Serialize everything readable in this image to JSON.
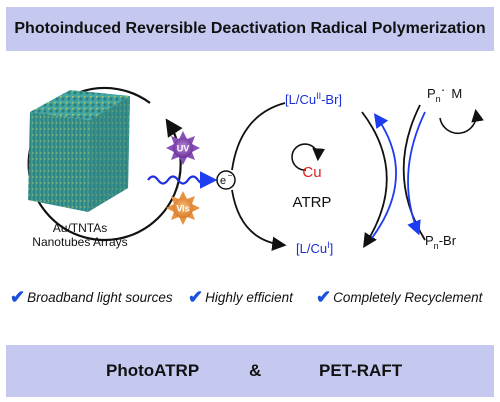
{
  "title": "Photoinduced Reversible Deactivation Radical Polymerization",
  "catalyst": {
    "label_line1": "Au/TNTAs",
    "label_line2": "Nanotubes Arrays"
  },
  "light": {
    "uv_label": "UV",
    "vis_label": "Vis",
    "electron_label": "e",
    "electron_sup": "−"
  },
  "cycle": {
    "center_metal": "Cu",
    "center_label": "ATRP",
    "top_species_prefix": "[L/Cu",
    "top_species_sup": "II",
    "top_species_suffix": "-Br]",
    "bottom_species_prefix": "[L/Cu",
    "bottom_species_sup": "I",
    "bottom_species_suffix": "]",
    "radical_base": "P",
    "radical_sub": "n",
    "radical_dot": "·",
    "radical_monomer": "M",
    "dormant_base": "P",
    "dormant_sub": "n",
    "dormant_suffix": "-Br"
  },
  "features": [
    {
      "label": "Broadband light sources"
    },
    {
      "label": "Highly efficient"
    },
    {
      "label": "Completely Recyclement"
    }
  ],
  "bottom": {
    "left": "PhotoATRP",
    "connector": "&",
    "right": "PET-RAFT"
  },
  "colors": {
    "banner": "#c5c9f0",
    "cycle_text": "#1a2fd6",
    "accent_blue": "#1e3cf0",
    "cu_red": "#e02020",
    "uv_purple": "#7a3fa8",
    "vis_orange": "#e8883a",
    "nanotube_teal": "#3fa3a0",
    "check_blue": "#1a4fd8"
  }
}
